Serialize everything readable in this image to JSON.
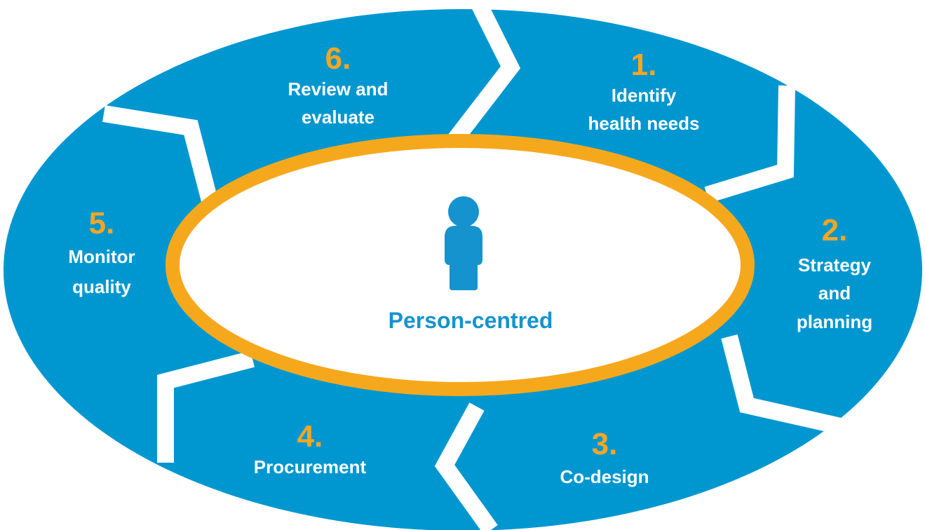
{
  "colors": {
    "segment": "#0097d0",
    "gap": "#ffffff",
    "ring": "#f6a81c",
    "number": "#f5a623",
    "label": "#ffffff",
    "center_text": "#1493cf",
    "person_icon": "#1493cf"
  },
  "center": {
    "icon": "person-icon",
    "label": "Person-centred"
  },
  "steps": [
    {
      "number": "1.",
      "label_lines": [
        "Identify",
        "health needs"
      ]
    },
    {
      "number": "2.",
      "label_lines": [
        "Strategy",
        "and",
        "planning"
      ]
    },
    {
      "number": "3.",
      "label_lines": [
        "Co-design"
      ]
    },
    {
      "number": "4.",
      "label_lines": [
        "Procurement"
      ]
    },
    {
      "number": "5.",
      "label_lines": [
        "Monitor",
        "quality"
      ]
    },
    {
      "number": "6.",
      "label_lines": [
        "Review and",
        "evaluate"
      ]
    }
  ]
}
